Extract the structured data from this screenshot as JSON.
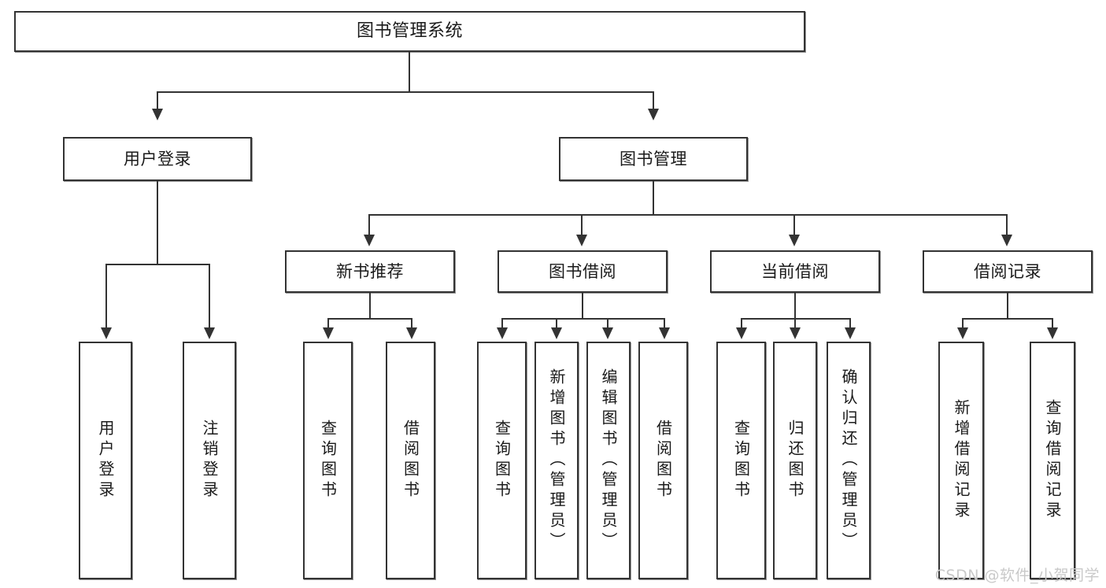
{
  "diagram": {
    "type": "tree",
    "title": "图书管理系统",
    "orientation": "top-down",
    "colors": {
      "box_border": "#333333",
      "box_fill": "#ffffff",
      "line": "#333333",
      "text": "#1a1a1a",
      "background": "#ffffff",
      "watermark": "#c9c9c9"
    },
    "root": {
      "label": "图书管理系统"
    },
    "level1": [
      {
        "label": "用户登录"
      },
      {
        "label": "图书管理"
      }
    ],
    "level2": [
      {
        "label": "新书推荐"
      },
      {
        "label": "图书借阅"
      },
      {
        "label": "当前借阅"
      },
      {
        "label": "借阅记录"
      }
    ],
    "leaves": {
      "user_login": [
        {
          "label": "用户登录"
        },
        {
          "label": "注销登录"
        }
      ],
      "new_book_recommend": [
        {
          "label": "查询图书"
        },
        {
          "label": "借阅图书"
        }
      ],
      "book_borrow": [
        {
          "label": "查询图书"
        },
        {
          "label": "新增图书（管理员）"
        },
        {
          "label": "编辑图书（管理员）"
        },
        {
          "label": "借阅图书"
        }
      ],
      "current_borrow": [
        {
          "label": "查询图书"
        },
        {
          "label": "归还图书"
        },
        {
          "label": "确认归还（管理员）"
        }
      ],
      "borrow_record": [
        {
          "label": "新增借阅记录"
        },
        {
          "label": "查询借阅记录"
        }
      ]
    }
  },
  "watermark": {
    "text": "CSDN @软件_小贺同学"
  }
}
